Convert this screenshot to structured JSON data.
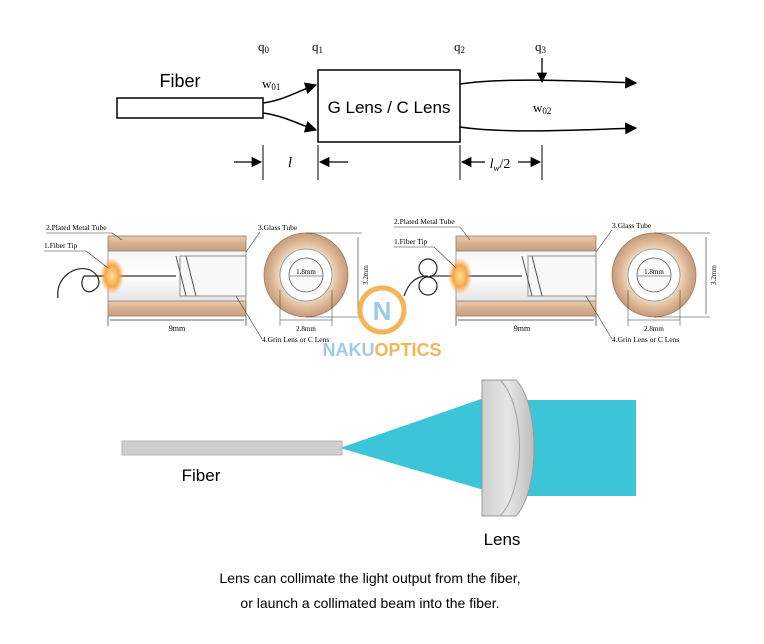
{
  "diagram1": {
    "fiber_label": "Fiber",
    "box_label": "G Lens / C Lens",
    "q0": "q",
    "q0_sub": "0",
    "q1": "q",
    "q1_sub": "1",
    "q2": "q",
    "q2_sub": "2",
    "q3": "q",
    "q3_sub": "3",
    "w01": "w",
    "w01_sub": "01",
    "w02": "w",
    "w02_sub": "02",
    "l_label": "l",
    "lw_main": "l",
    "lw_sub": "w",
    "lw_tail": "/2"
  },
  "diagram2": {
    "left": {
      "plated_tube": "2.Plated Metal Tube",
      "fiber_tip": "1.Fiber Tip",
      "glass_tube": "3.Glass Tube",
      "length": "9mm",
      "grin_lens": "4.Grin Lens or C Lens",
      "inner_dia": "1.8mm",
      "outer_dia": "2.8mm",
      "height": "3.2mm"
    },
    "right": {
      "plated_tube": "2.Plated Metal Tube",
      "fiber_tip": "1.Fiber Tip",
      "glass_tube": "3.Glass Tube",
      "length": "9mm",
      "grin_lens": "4.Grin Lens or C Lens",
      "inner_dia": "1.8mm",
      "outer_dia": "2.8mm",
      "height": "3.2mm"
    },
    "logo": {
      "letter": "N",
      "text_a": "NAKU",
      "text_b": "OPTICS"
    }
  },
  "diagram3": {
    "fiber_label": "Fiber",
    "lens_label": "Lens",
    "caption_line1": "Lens can collimate the light output from the fiber,",
    "caption_line2": "or launch a collimated beam into the fiber."
  },
  "colors": {
    "tube": "#d9b89a",
    "tube_edge": "#9a7a5f",
    "beam": "#3cc4d8",
    "fiber": "#cfcfcf",
    "logo_orange": "#f2a93b",
    "logo_blue": "#8fc1e3",
    "glow": "#f7a64a"
  }
}
